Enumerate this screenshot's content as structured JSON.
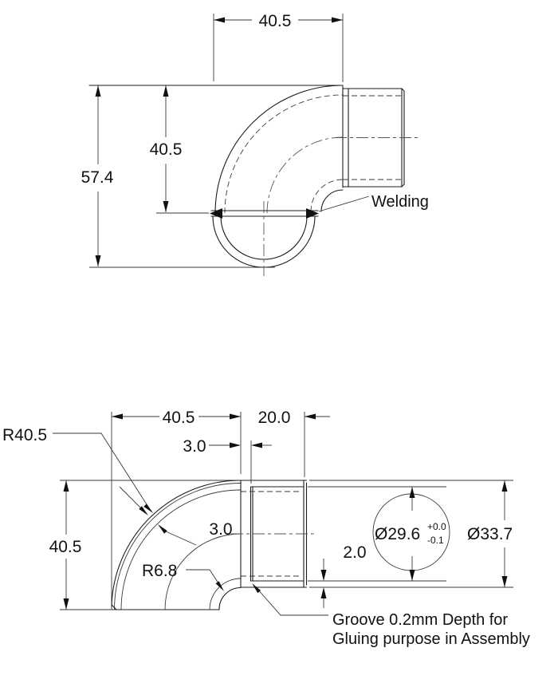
{
  "front_view": {
    "dim_width_top": "40.5",
    "dim_bend_height": "40.5",
    "dim_overall_height": "57.4",
    "weld_label": "Welding"
  },
  "section_view": {
    "dim_bend_radius": "R40.5",
    "dim_width": "40.5",
    "dim_socket_length": "20.0",
    "dim_groove_offset": "3.0",
    "dim_wall_thickness": "3.0",
    "dim_inner_radius": "R6.8",
    "dim_height": "40.5",
    "dim_socket_wall": "2.0",
    "dim_bore_diameter": "Ø29.6",
    "bore_tolerance_upper": "+0.0",
    "bore_tolerance_lower": "-0.1",
    "dim_outer_diameter": "Ø33.7",
    "groove_note_line1": "Groove 0.2mm Depth for",
    "groove_note_line2": "Gluing purpose in Assembly"
  },
  "colors": {
    "line": "#1c1c1c",
    "background": "#ffffff"
  }
}
